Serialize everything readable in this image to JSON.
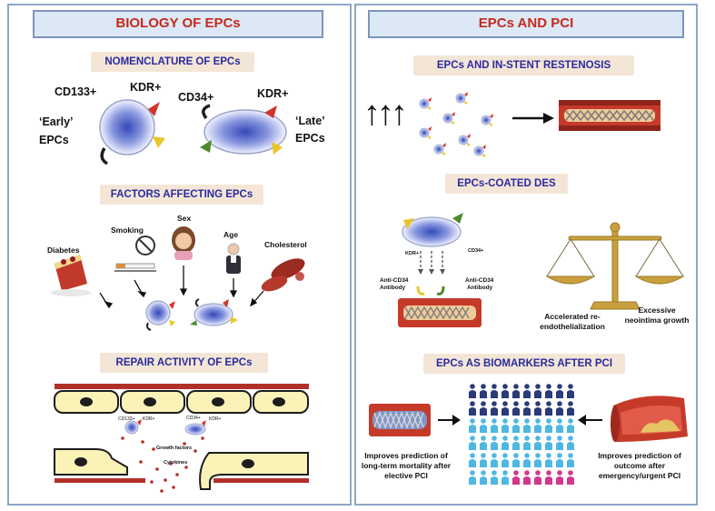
{
  "left": {
    "title": "BIOLOGY OF EPCs",
    "nomenclature": {
      "header": "NOMENCLATURE OF EPCs",
      "early_marker_1": "CD133+",
      "early_marker_2": "KDR+",
      "early_label_1": "‘Early’",
      "early_label_2": "EPCs",
      "late_marker_1": "CD34+",
      "late_marker_2": "KDR+",
      "late_label_1": "‘Late’",
      "late_label_2": "EPCs"
    },
    "factors": {
      "header": "FACTORS AFFECTING EPCs",
      "items": [
        "Diabetes",
        "Smoking",
        "Sex",
        "Age",
        "Cholesterol"
      ]
    },
    "repair": {
      "header": "REPAIR ACTIVITY OF EPCs",
      "cell1_marker_1": "CD133+",
      "cell1_marker_2": "KDR+",
      "cell2_marker_1": "CD34+",
      "cell2_marker_2": "KDR+",
      "growth_factors": "Growth factors",
      "cytokines": "Cytokines"
    }
  },
  "right": {
    "title": "EPCs AND PCI",
    "restenosis": {
      "header": "EPCs AND IN-STENT RESTENOSIS",
      "arrows": "↑↑↑"
    },
    "coated": {
      "header": "EPCs-COATED DES",
      "kdr": "KDR+",
      "cd34": "CD34+",
      "antibody_left_1": "Anti-CD34",
      "antibody_left_2": "Antibody",
      "antibody_right_1": "Anti-CD34",
      "antibody_right_2": "Antibody",
      "balance_left_1": "Accelerated re-",
      "balance_left_2": "endothelialization",
      "balance_right_1": "Excessive",
      "balance_right_2": "neointima growth"
    },
    "biomarkers": {
      "header": "EPCs AS BIOMARKERS AFTER PCI",
      "left_caption_1": "Improves prediction  of",
      "left_caption_2": "long-term mortality after",
      "left_caption_3": "elective PCI",
      "right_caption_1": "Improves prediction  of",
      "right_caption_2": "outcome after",
      "right_caption_3": "emergency/urgent PCI"
    }
  },
  "colors": {
    "header_red": "#c42a1b",
    "sub_blue": "#2a2aa0",
    "vessel_red": "#b3302a",
    "cell_blue": "#4b5fc4",
    "kdr_red": "#d3342a",
    "cd_yellow": "#e8c62a",
    "cd_green": "#4f8a2c",
    "people_navy": "#2b3a78",
    "people_cyan": "#4fb7e3",
    "people_pink": "#d2388a"
  }
}
